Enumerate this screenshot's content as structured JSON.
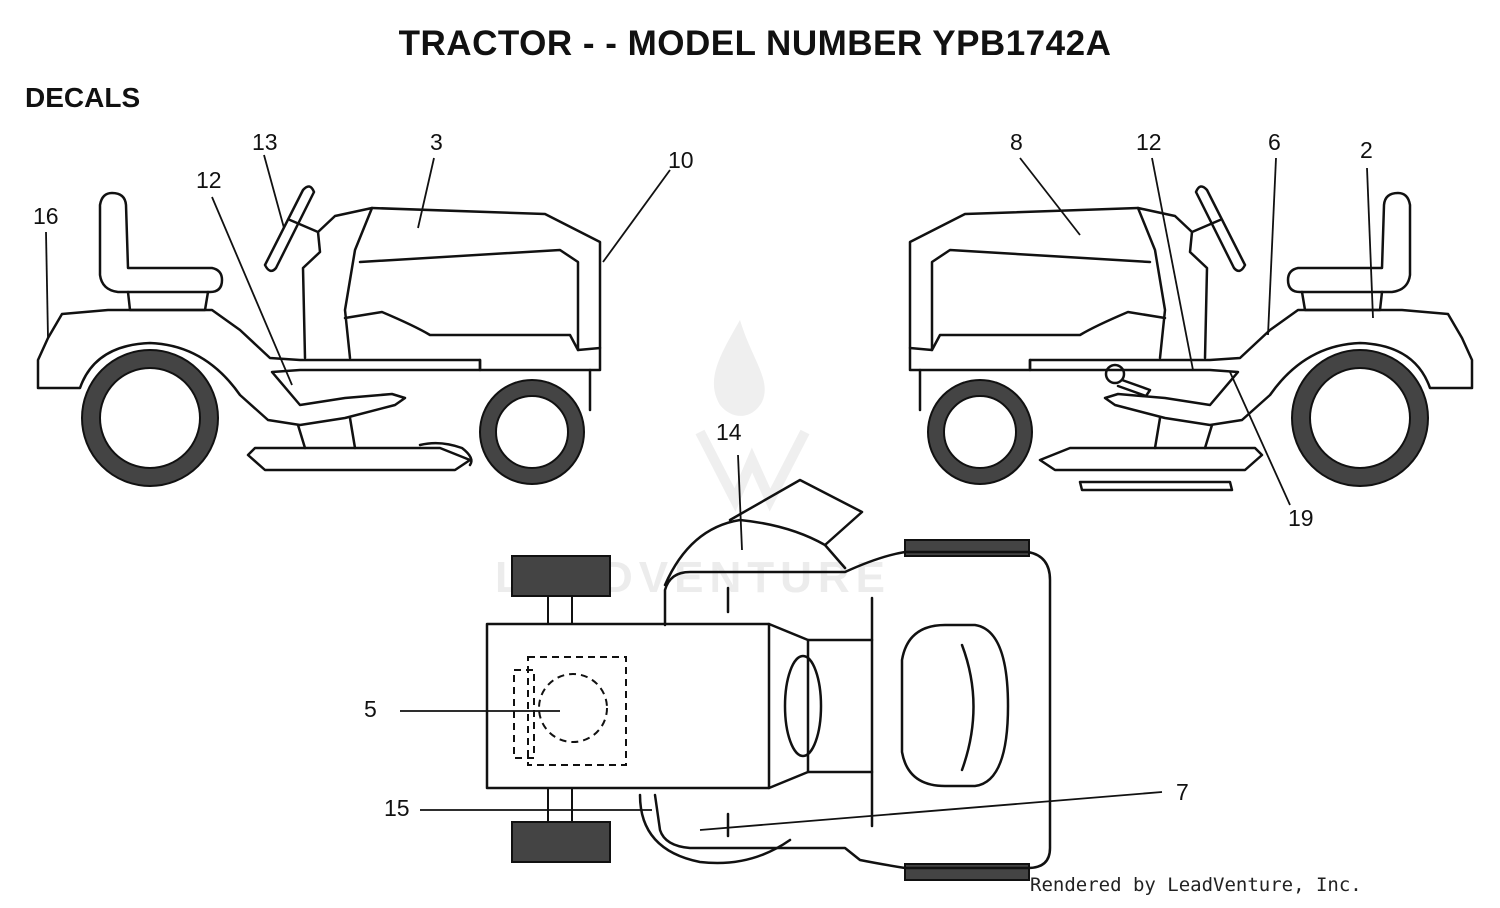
{
  "header": {
    "title": "TRACTOR - - MODEL NUMBER YPB1742A",
    "section": "DECALS"
  },
  "watermark": {
    "text": "LEADVENTURE"
  },
  "callouts": {
    "c16": "16",
    "c12a": "12",
    "c13": "13",
    "c3": "3",
    "c10": "10",
    "c8": "8",
    "c12b": "12",
    "c6": "6",
    "c2": "2",
    "c19": "19",
    "c14": "14",
    "c5": "5",
    "c15": "15",
    "c7": "7"
  },
  "footer": {
    "credit": "Rendered by LeadVenture, Inc."
  },
  "colors": {
    "ink": "#111111",
    "tire": "#444444",
    "watermark": "#ececec"
  }
}
